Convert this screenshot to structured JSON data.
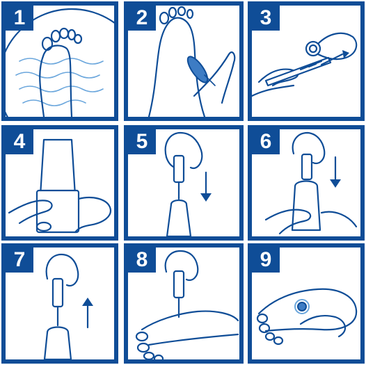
{
  "steps": [
    {
      "number": "1",
      "icon": "foot-soaking-icon"
    },
    {
      "number": "2",
      "icon": "foot-cleaning-swab-icon"
    },
    {
      "number": "3",
      "icon": "lancet-cap-removal-icon"
    },
    {
      "number": "4",
      "icon": "vial-held-in-hand-icon"
    },
    {
      "number": "5",
      "icon": "syringe-into-vial-icon"
    },
    {
      "number": "6",
      "icon": "syringe-inserted-vial-icon"
    },
    {
      "number": "7",
      "icon": "syringe-withdraw-icon"
    },
    {
      "number": "8",
      "icon": "needle-to-sole-icon"
    },
    {
      "number": "9",
      "icon": "foot-sole-spot-icon"
    }
  ],
  "colors": {
    "frame": "#0f4d97",
    "background": "#ffffff",
    "water": "#6aa6dc"
  }
}
